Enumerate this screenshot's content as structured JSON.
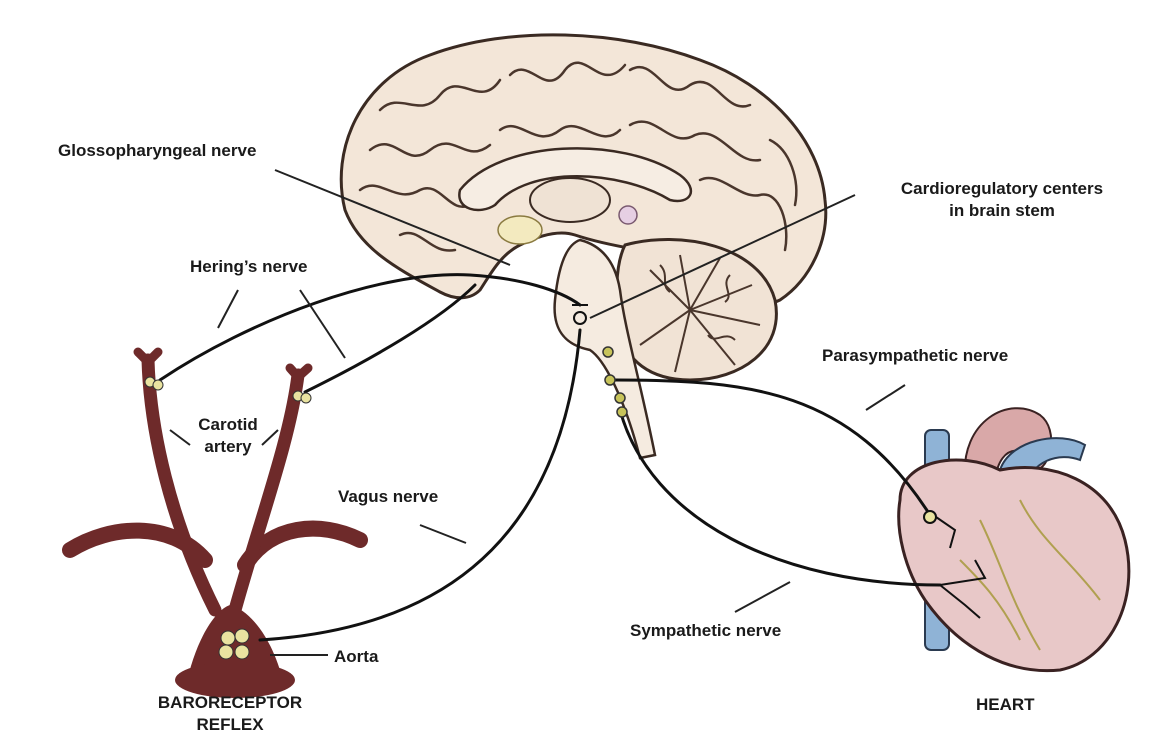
{
  "labels": {
    "glossopharyngeal": "Glossopharyngeal nerve",
    "cardio_line1": "Cardioregulatory centers",
    "cardio_line2": "in brain stem",
    "hering": "Hering’s nerve",
    "parasympathetic": "Parasympathetic nerve",
    "carotid_line1": "Carotid",
    "carotid_line2": "artery",
    "vagus": "Vagus nerve",
    "sympathetic": "Sympathetic nerve",
    "aorta": "Aorta",
    "baroreceptor_line1": "BARORECEPTOR",
    "baroreceptor_line2": "REFLEX",
    "heart": "HEART"
  },
  "colors": {
    "artery": "#6e2a2a",
    "brain": "#f3e6d8",
    "brain_outline": "#3a2a22",
    "heart_muscle": "#e8c8c8",
    "heart_top": "#d9a8a8",
    "vein": "#8fb3d6",
    "nerve": "#111111",
    "receptor": "#e9e3a0"
  }
}
